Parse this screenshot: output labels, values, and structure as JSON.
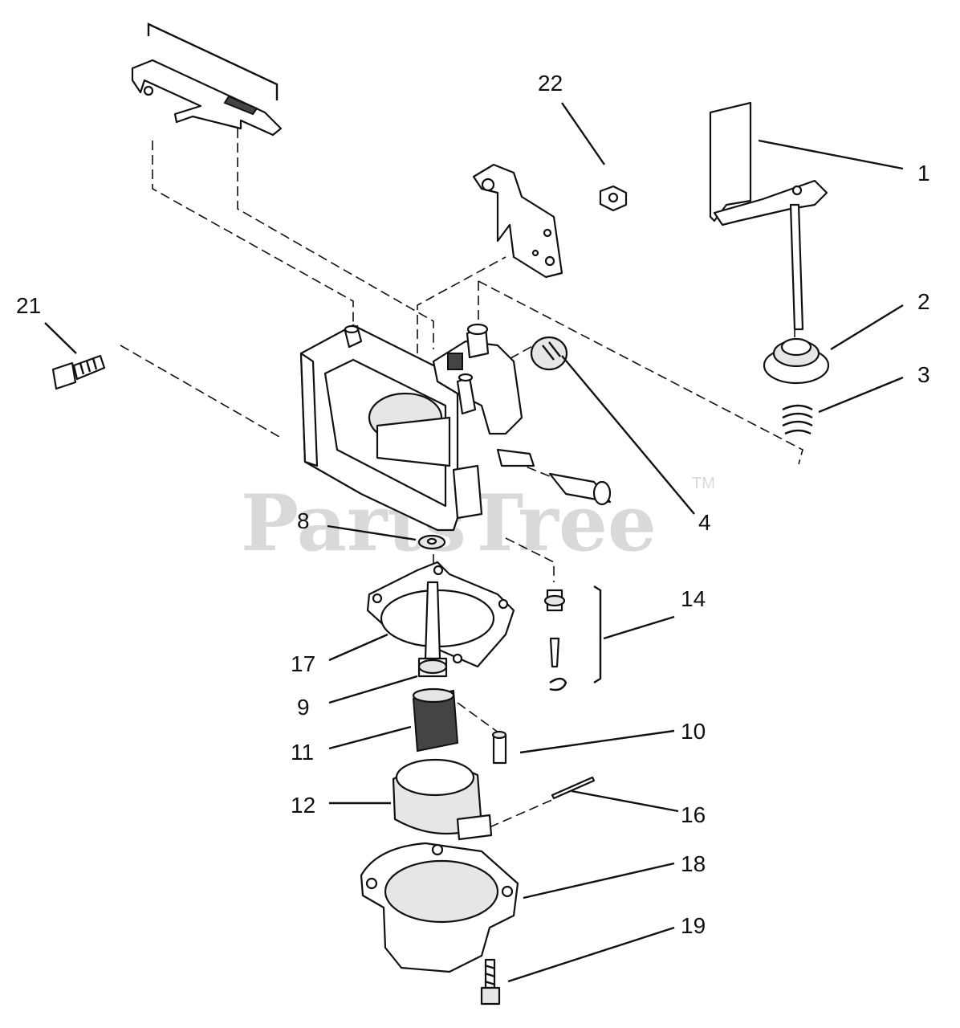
{
  "diagram": {
    "watermark": "PartsTree",
    "watermark_mark": "TM",
    "callouts": [
      {
        "id": "1",
        "label": "1"
      },
      {
        "id": "2",
        "label": "2"
      },
      {
        "id": "3",
        "label": "3"
      },
      {
        "id": "4",
        "label": "4"
      },
      {
        "id": "8",
        "label": "8"
      },
      {
        "id": "9",
        "label": "9"
      },
      {
        "id": "10",
        "label": "10"
      },
      {
        "id": "11",
        "label": "11"
      },
      {
        "id": "12",
        "label": "12"
      },
      {
        "id": "14",
        "label": "14"
      },
      {
        "id": "16",
        "label": "16"
      },
      {
        "id": "17",
        "label": "17"
      },
      {
        "id": "18",
        "label": "18"
      },
      {
        "id": "19",
        "label": "19"
      },
      {
        "id": "21",
        "label": "21"
      },
      {
        "id": "22",
        "label": "22"
      }
    ]
  }
}
